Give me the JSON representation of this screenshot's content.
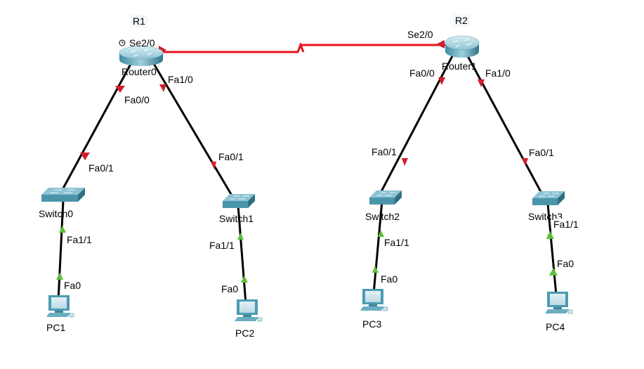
{
  "colors": {
    "serial_link": "#e8141b",
    "ethernet_link": "#000000",
    "port_down": "#d21c2c",
    "port_up": "#5cbf3a",
    "device_body": "#5fa3b8"
  },
  "devices": {
    "router0": {
      "hostname": "R1",
      "label": "Router0",
      "type": "router"
    },
    "router1": {
      "hostname": "R2",
      "label": "Router1",
      "type": "router"
    },
    "switch0": {
      "label": "Switch0",
      "type": "switch"
    },
    "switch1": {
      "label": "Switch1",
      "type": "switch"
    },
    "switch2": {
      "label": "Switch2",
      "type": "switch"
    },
    "switch3": {
      "label": "Switch3",
      "type": "switch"
    },
    "pc1": {
      "label": "PC1",
      "type": "pc"
    },
    "pc2": {
      "label": "PC2",
      "type": "pc"
    },
    "pc3": {
      "label": "PC3",
      "type": "pc"
    },
    "pc4": {
      "label": "PC4",
      "type": "pc"
    }
  },
  "links": [
    {
      "id": "r0-r1",
      "kind": "serial",
      "a": "router0",
      "a_port": "Se2/0",
      "b": "router1",
      "b_port": "Se2/0",
      "a_status": "down",
      "b_status": "down",
      "clock_icon": "clock-icon"
    },
    {
      "id": "r0-s0",
      "kind": "ethernet",
      "a": "router0",
      "a_port": "Fa0/0",
      "b": "switch0",
      "b_port": "Fa0/1",
      "a_status": "down",
      "b_status": "down"
    },
    {
      "id": "r0-s1",
      "kind": "ethernet",
      "a": "router0",
      "a_port": "Fa1/0",
      "b": "switch1",
      "b_port": "Fa0/1",
      "a_status": "down",
      "b_status": "down"
    },
    {
      "id": "r1-s2",
      "kind": "ethernet",
      "a": "router1",
      "a_port": "Fa0/0",
      "b": "switch2",
      "b_port": "Fa0/1",
      "a_status": "down",
      "b_status": "down"
    },
    {
      "id": "r1-s3",
      "kind": "ethernet",
      "a": "router1",
      "a_port": "Fa1/0",
      "b": "switch3",
      "b_port": "Fa0/1",
      "a_status": "down",
      "b_status": "down"
    },
    {
      "id": "s0-pc1",
      "kind": "ethernet",
      "a": "switch0",
      "a_port": "Fa1/1",
      "b": "pc1",
      "b_port": "Fa0",
      "a_status": "up",
      "b_status": "up"
    },
    {
      "id": "s1-pc2",
      "kind": "ethernet",
      "a": "switch1",
      "a_port": "Fa1/1",
      "b": "pc2",
      "b_port": "Fa0",
      "a_status": "up",
      "b_status": "up"
    },
    {
      "id": "s2-pc3",
      "kind": "ethernet",
      "a": "switch2",
      "a_port": "Fa1/1",
      "b": "pc3",
      "b_port": "Fa0",
      "a_status": "up",
      "b_status": "up"
    },
    {
      "id": "s3-pc4",
      "kind": "ethernet",
      "a": "switch3",
      "a_port": "Fa1/1",
      "b": "pc4",
      "b_port": "Fa0",
      "a_status": "up",
      "b_status": "up"
    }
  ]
}
